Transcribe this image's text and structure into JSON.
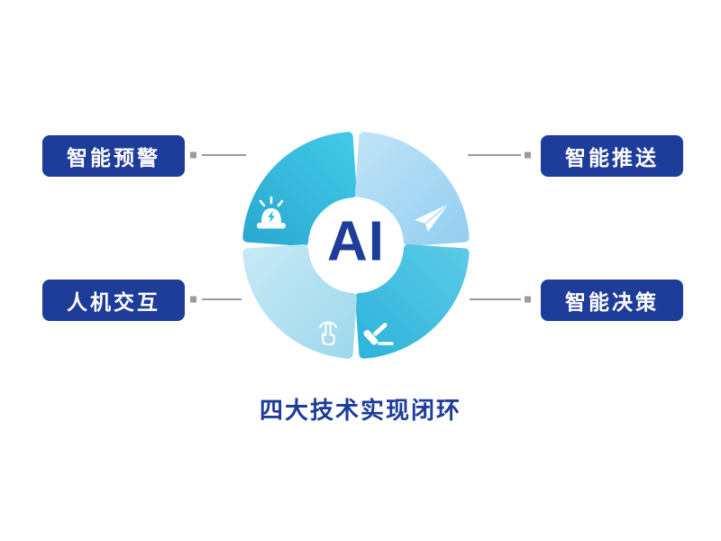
{
  "diagram": {
    "center_label": "AI",
    "caption": "四大技术实现闭环",
    "nodes": [
      {
        "label": "智能预警",
        "position": "top-left",
        "icon": "siren-icon"
      },
      {
        "label": "智能推送",
        "position": "top-right",
        "icon": "paper-plane-icon"
      },
      {
        "label": "人机交互",
        "position": "bottom-left",
        "icon": "tap-icon"
      },
      {
        "label": "智能决策",
        "position": "bottom-right",
        "icon": "gavel-icon"
      }
    ],
    "colors": {
      "label_bg": "#1E3C99",
      "label_text": "#FFFFFF",
      "center_text": "#1E3C99",
      "caption_text": "#1E3C99",
      "segment_top_left": "#2FB7DA",
      "segment_top_right": "#A6D6F3",
      "segment_bottom_left": "#B3E0F0",
      "segment_bottom_right": "#45BCE0",
      "connector": "#9B9B9B"
    }
  }
}
